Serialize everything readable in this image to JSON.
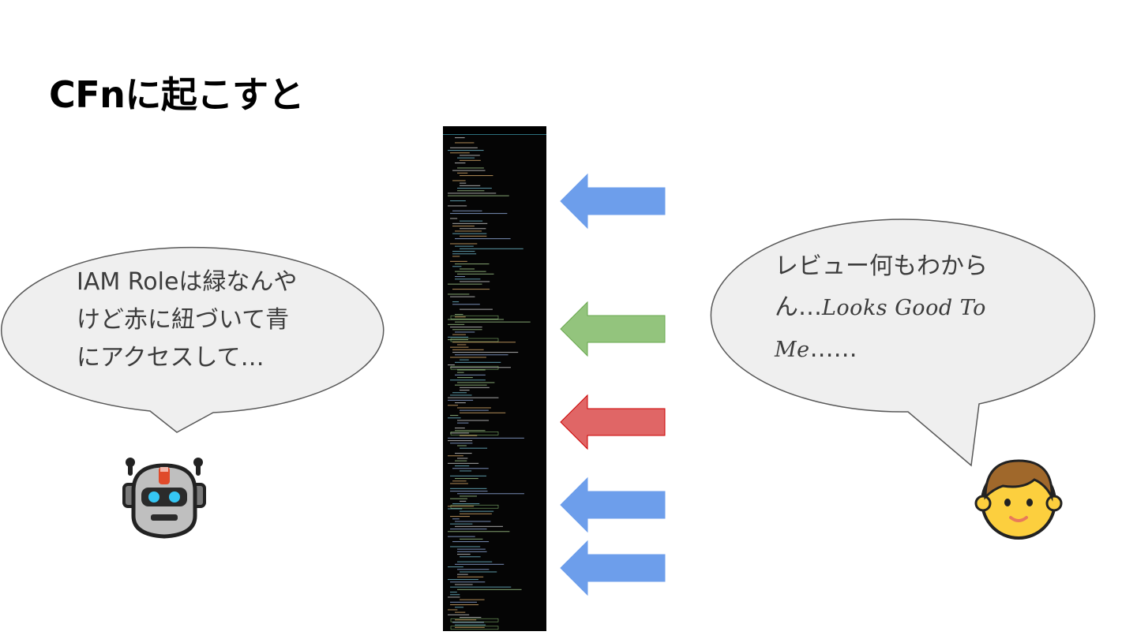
{
  "slide": {
    "title": "CFnに起こすと"
  },
  "left_bubble": {
    "lines": [
      "IAM Roleは緑なんや",
      "けど赤に紐づいて青",
      "にアクセスして…"
    ]
  },
  "right_bubble": {
    "line1": "レビュー何もわから",
    "line2_prefix": "ん…",
    "line2_script": "Looks Good To",
    "line3_script": "Me",
    "line3_suffix": "……"
  },
  "icons": {
    "robot": "robot-face-icon",
    "person": "boy-face-icon"
  },
  "arrows": [
    {
      "color": "#6d9eeb",
      "stroke": "#6d9eeb"
    },
    {
      "color": "#93c47d",
      "stroke": "#6aa84f"
    },
    {
      "color": "#e06666",
      "stroke": "#cc0000"
    },
    {
      "color": "#6d9eeb",
      "stroke": "#6d9eeb"
    },
    {
      "color": "#6d9eeb",
      "stroke": "#6d9eeb"
    }
  ]
}
